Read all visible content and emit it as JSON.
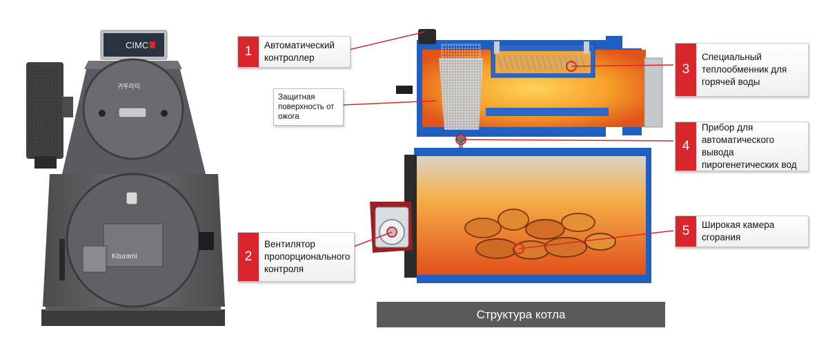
{
  "callouts": [
    {
      "num": "1",
      "text": "Автоматический контроллер"
    },
    {
      "num": "2",
      "text": "Вентилятор пропорционального контроля"
    },
    {
      "num": "3",
      "text": "Специальный теплообменник для горячей воды"
    },
    {
      "num": "4",
      "text": "Прибор для автоматического вывода пирогенетических вод"
    },
    {
      "num": "5",
      "text": "Широкая камера сгорания"
    }
  ],
  "note": "Защитная поверхность от ожога",
  "caption": "Структура котла",
  "boiler": {
    "brand": "Kiturami",
    "controller_label": "CIMC",
    "door_label": "귀뚜라미"
  },
  "colors": {
    "accent": "#d8262b",
    "caption_bg": "#5a5a5a",
    "body": "#5f6062",
    "frame": "#1f5fbf",
    "flame": "#f39a1e"
  }
}
